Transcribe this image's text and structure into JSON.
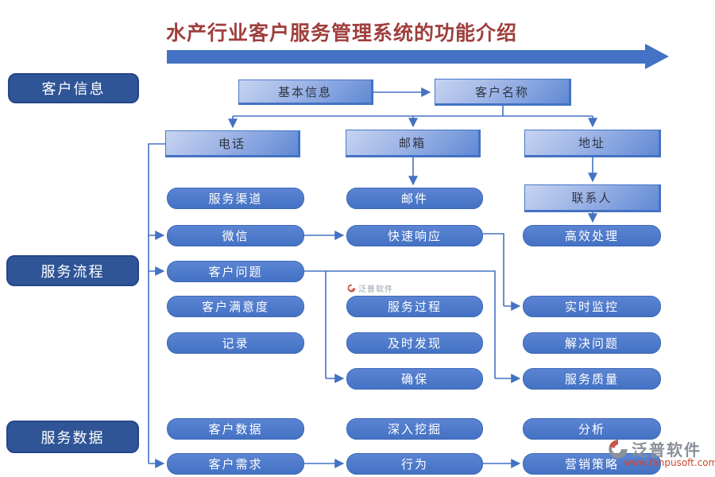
{
  "title": "水产行业客户服务管理系统的功能介绍",
  "colors": {
    "accent_blue": "#4472c4",
    "dark_blue": "#2f5597",
    "title_red": "#9e3f3d",
    "watermark_gray": "#8b9099",
    "watermark_red": "#cc4733"
  },
  "categories": {
    "customer_info": "客户信息",
    "service_process": "服务流程",
    "service_data": "服务数据"
  },
  "level2": {
    "basic_info": "基本信息",
    "customer_name": "客户名称",
    "phone": "电话",
    "email": "邮箱",
    "address": "地址",
    "contact_person": "联系人"
  },
  "level3": {
    "service_channel": "服务渠道",
    "mail": "邮件",
    "wechat": "微信",
    "quick_response": "快速响应",
    "efficient_handling": "高效处理",
    "customer_issue": "客户问题",
    "satisfaction": "客户满意度",
    "record": "记录",
    "service_course": "服务过程",
    "timely_discovery": "及时发现",
    "ensure": "确保",
    "realtime_monitor": "实时监控",
    "solve_problem": "解决问题",
    "service_quality": "服务质量",
    "customer_data": "客户数据",
    "deep_mining": "深入挖掘",
    "analysis": "分析",
    "customer_demand": "客户需求",
    "behavior": "行为",
    "marketing_strategy": "营销策略"
  },
  "watermark": {
    "brand": "泛普软件",
    "site": "www.fanpusoft.com"
  }
}
